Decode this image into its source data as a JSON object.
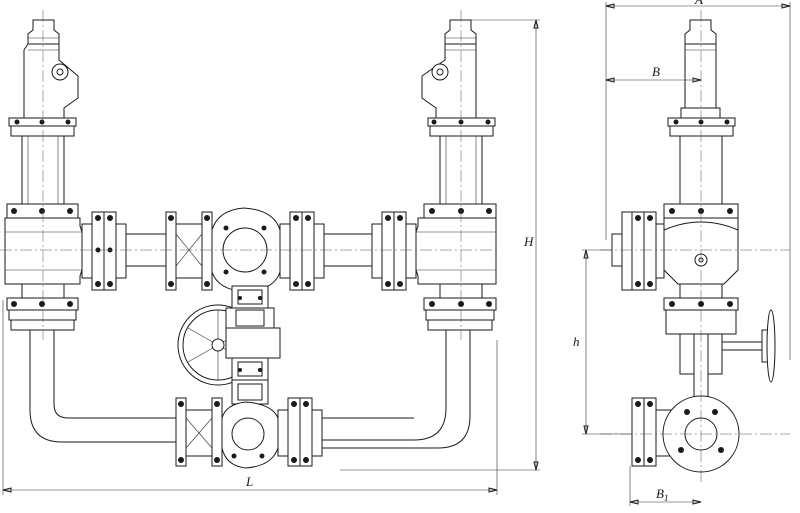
{
  "labels": {
    "L": "L",
    "H": "H",
    "h": "h",
    "A": "A",
    "B": "B",
    "B1_main": "B",
    "B1_sub": "1"
  }
}
